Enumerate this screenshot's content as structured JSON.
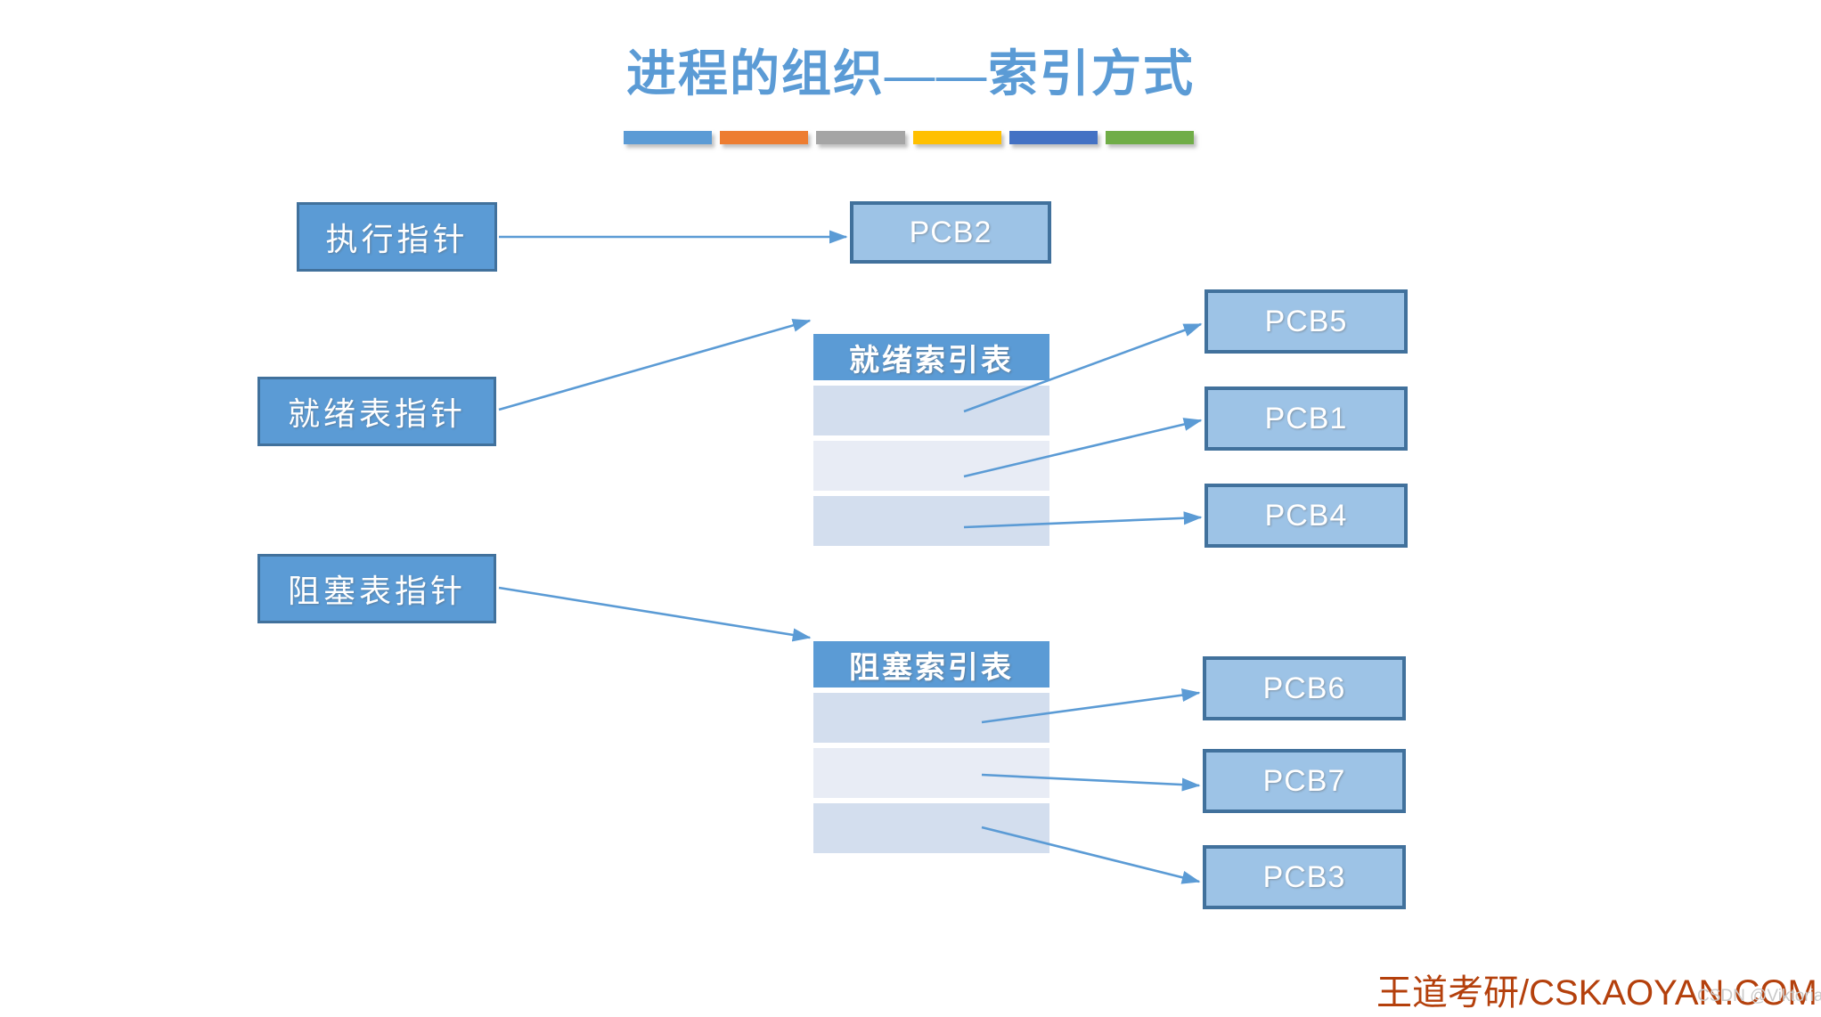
{
  "slide": {
    "title": "进程的组织——索引方式",
    "title_color": "#5B9BD5",
    "background": "#ffffff"
  },
  "accent_bars": [
    {
      "name": "bar-blue-light",
      "color": "#5B9BD5"
    },
    {
      "name": "bar-orange",
      "color": "#ED7D31"
    },
    {
      "name": "bar-gray",
      "color": "#A5A5A5"
    },
    {
      "name": "bar-yellow",
      "color": "#FFC000"
    },
    {
      "name": "bar-blue-dark",
      "color": "#4472C4"
    },
    {
      "name": "bar-green",
      "color": "#70AD47"
    }
  ],
  "pointers": [
    {
      "label": "执行指针",
      "fill": "#5B9BD5",
      "border": "#41719C"
    },
    {
      "label": "就绪表指针",
      "fill": "#5B9BD5",
      "border": "#41719C"
    },
    {
      "label": "阻塞表指针",
      "fill": "#5B9BD5",
      "border": "#41719C"
    }
  ],
  "tables": [
    {
      "header": "就绪索引表",
      "header_fill": "#5B9BD5",
      "rows": [
        "",
        "",
        ""
      ],
      "row_fills": [
        "#D3DEEE",
        "#E8ECF5",
        "#D3DEEE"
      ]
    },
    {
      "header": "阻塞索引表",
      "header_fill": "#5B9BD5",
      "rows": [
        "",
        "",
        ""
      ],
      "row_fills": [
        "#D3DEEE",
        "#E8ECF5",
        "#D3DEEE"
      ]
    }
  ],
  "pcbs": {
    "running": {
      "label": "PCB2",
      "fill": "#9DC3E6",
      "border": "#41719C"
    },
    "ready": [
      {
        "label": "PCB5",
        "fill": "#9DC3E6",
        "border": "#41719C"
      },
      {
        "label": "PCB1",
        "fill": "#9DC3E6",
        "border": "#41719C"
      },
      {
        "label": "PCB4",
        "fill": "#9DC3E6",
        "border": "#41719C"
      }
    ],
    "blocked": [
      {
        "label": "PCB6",
        "fill": "#9DC3E6",
        "border": "#41719C"
      },
      {
        "label": "PCB7",
        "fill": "#9DC3E6",
        "border": "#41719C"
      },
      {
        "label": "PCB3",
        "fill": "#9DC3E6",
        "border": "#41719C"
      }
    ]
  },
  "arrows": {
    "color": "#5B9BD5",
    "connections": [
      {
        "from": "执行指针",
        "to": "PCB2"
      },
      {
        "from": "就绪表指针",
        "to": "就绪索引表"
      },
      {
        "from": "阻塞表指针",
        "to": "阻塞索引表"
      },
      {
        "from": "就绪索引表行1",
        "to": "PCB5"
      },
      {
        "from": "就绪索引表行2",
        "to": "PCB1"
      },
      {
        "from": "就绪索引表行3",
        "to": "PCB4"
      },
      {
        "from": "阻塞索引表行1",
        "to": "PCB6"
      },
      {
        "from": "阻塞索引表行2",
        "to": "PCB7"
      },
      {
        "from": "阻塞索引表行3",
        "to": "PCB3"
      }
    ]
  },
  "footer": {
    "brand": "王道考研/CSKAOYAN.COM",
    "brand_color": "#B4400C",
    "watermark": "CSDN @Viktoriae",
    "watermark_color": "#C9C9C9"
  }
}
